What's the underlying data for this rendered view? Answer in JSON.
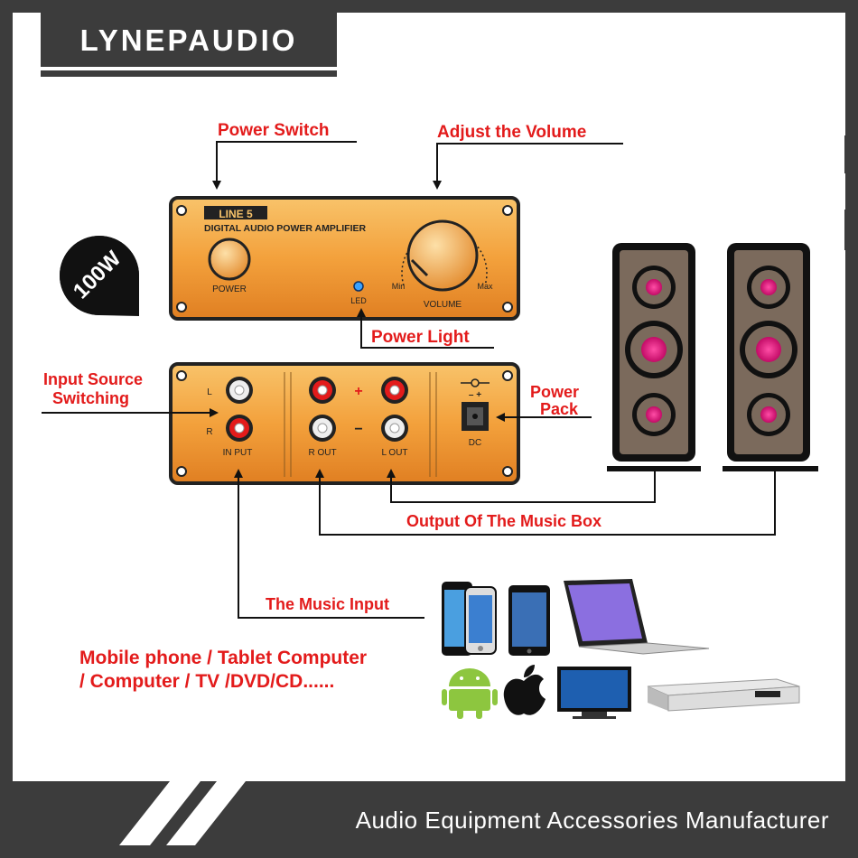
{
  "brand": {
    "logo_text": "LYNEPAUDIO"
  },
  "badge": {
    "text": "100W"
  },
  "front_panel": {
    "logo_text": "LINE 5",
    "model_text": "DIGITAL AUDIO POWER AMPLIFIER",
    "power_label": "POWER",
    "led_label": "LED",
    "volume_label": "VOLUME",
    "min_label": "Min",
    "max_label": "Max"
  },
  "rear_panel": {
    "l_label": "L",
    "r_label": "R",
    "input_label": "IN PUT",
    "plus_label": "+",
    "minus_label": "−",
    "r_out_label": "R OUT",
    "l_out_label": "L OUT",
    "dc_polarity": "–  +",
    "dc_label": "DC"
  },
  "callouts": {
    "power_switch": "Power Switch",
    "adjust_volume": "Adjust the Volume",
    "power_light": "Power Light",
    "input_source_line1": "Input Source",
    "input_source_line2": "Switching",
    "power_pack_line1": "Power",
    "power_pack_line2": "Pack",
    "output_music_box": "Output Of The Music Box",
    "music_input": "The Music Input"
  },
  "sources": {
    "line1": "Mobile phone / Tablet Computer",
    "line2": "/ Computer / TV /DVD/CD......"
  },
  "device_icons": [
    "smartphones-icon",
    "tablet-icon",
    "laptop-icon",
    "android-icon",
    "apple-icon",
    "tv-icon",
    "dvd-player-icon"
  ],
  "footer": {
    "tagline": "Audio Equipment Accessories Manufacturer"
  },
  "colors": {
    "frame": "#3c3c3c",
    "label_red": "#e31b1b",
    "panel_orange": "#f3a13c",
    "speaker_body": "#7b6a5c",
    "speaker_cone": "#e8137d"
  }
}
